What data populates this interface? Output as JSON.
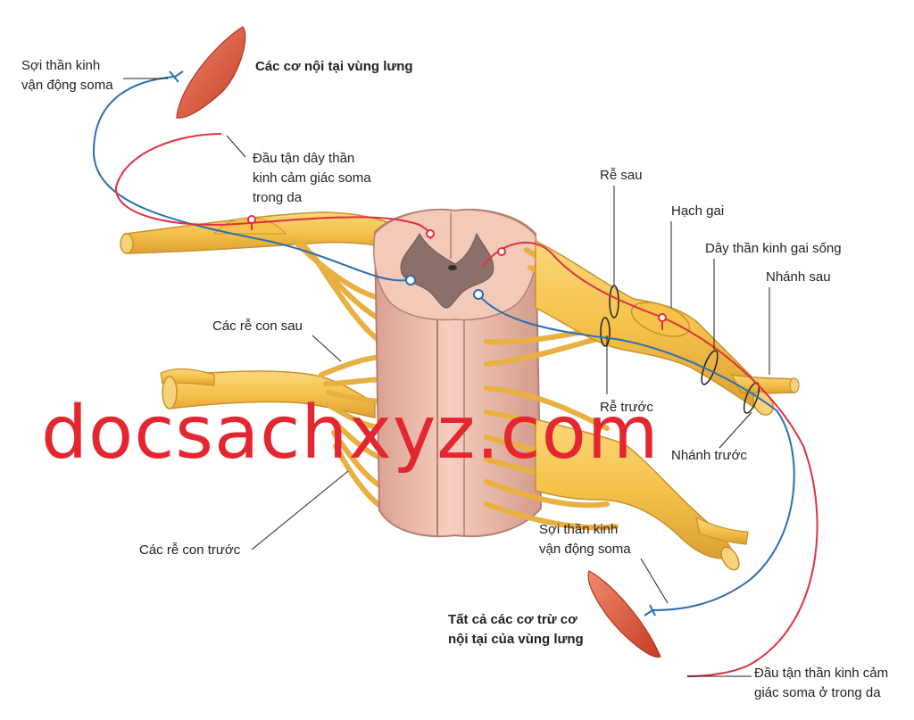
{
  "labels": {
    "motor_fiber_top": [
      "Sợi thần kinh",
      "vận động soma"
    ],
    "intrinsic_back_muscles": "Các cơ nội tại vùng lưng",
    "sensory_ending_skin_top": [
      "Đầu tận dây thần",
      "kinh cảm giác soma",
      "trong da"
    ],
    "dorsal_root": "Rễ sau",
    "spinal_ganglion": "Hạch gai",
    "spinal_nerve": "Dây thần kinh gai sống",
    "dorsal_ramus": "Nhánh sau",
    "dorsal_rootlets": "Các rễ con sau",
    "ventral_root": "Rễ trước",
    "ventral_ramus": "Nhánh trước",
    "ventral_rootlets": "Các rễ con trước",
    "motor_fiber_bottom": [
      "Sợi thần kinh",
      "vận động soma"
    ],
    "all_other_muscles": [
      "Tất cả các cơ trừ cơ",
      "nội tại của vùng lưng"
    ],
    "sensory_ending_skin_bottom": [
      "Đầu tận thần kinh cảm",
      "giác soma ở trong da"
    ]
  },
  "watermark": "docsachxyz.com",
  "colors": {
    "nerve": "#f5c24a",
    "nerve_shade": "#e0a32c",
    "cord": "#f0c0b0",
    "cord_shade": "#d99f8f",
    "grey_matter": "#8a6f6a",
    "sensory_fiber": "#e03040",
    "motor_fiber": "#2a6fb0",
    "muscle": "#e2553e",
    "watermark": "#e4262f"
  }
}
